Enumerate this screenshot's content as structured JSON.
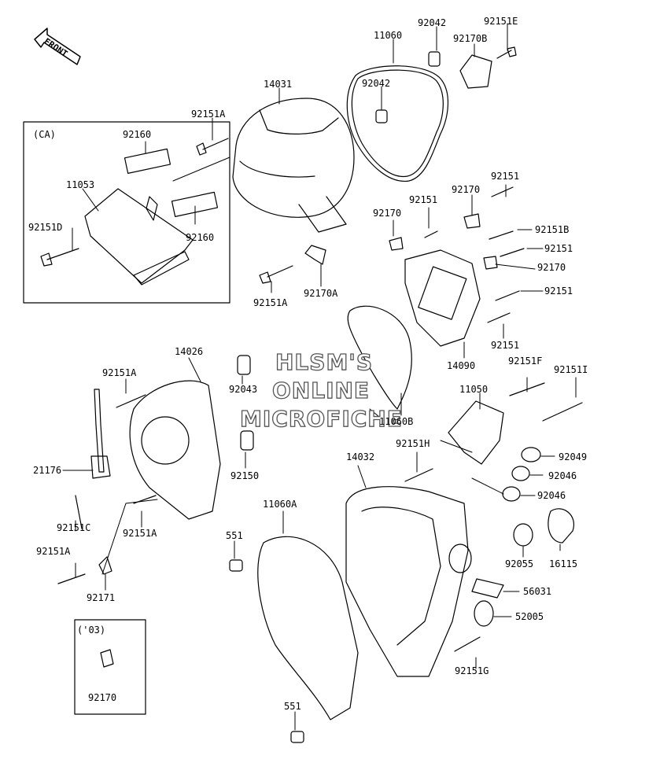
{
  "front_label": "FRONT",
  "watermark": [
    "HLSM'S",
    "ONLINE",
    "MICROFICHE"
  ],
  "boxes": {
    "ca": "(CA)",
    "y03": "('03)"
  },
  "parts": {
    "p11060": "11060",
    "p92042a": "92042",
    "p92042b": "92042",
    "p92151E": "92151E",
    "p92170B": "92170B",
    "p14031": "14031",
    "p92151A_1": "92151A",
    "p92160a": "92160",
    "p92160b": "92160",
    "p11053": "11053",
    "p92151D": "92151D",
    "p92151A_2": "92151A",
    "p92170A": "92170A",
    "p92151_1": "92151",
    "p92170_1": "92170",
    "p92151_2": "92151",
    "p92170_2": "92170",
    "p92151B": "92151B",
    "p92151_3": "92151",
    "p92170_3": "92170",
    "p92151_4": "92151",
    "p92151_5": "92151",
    "p14090": "14090",
    "p11060B": "11060B",
    "p14026": "14026",
    "p92151A_3": "92151A",
    "p92043": "92043",
    "p21176": "21176",
    "p92150": "92150",
    "p92151C": "92151C",
    "p92151A_4": "92151A",
    "p92151A_5": "92151A",
    "p92171": "92171",
    "p92151F": "92151F",
    "p92151I": "92151I",
    "p11050": "11050",
    "p92151H": "92151H",
    "p14032": "14032",
    "p92049": "92049",
    "p92046a": "92046",
    "p92046b": "92046",
    "p11060A": "11060A",
    "p551a": "551",
    "p16115": "16115",
    "p92055": "92055",
    "p56031": "56031",
    "p52005": "52005",
    "p92151G": "92151G",
    "p551b": "551",
    "p92170_4": "92170"
  }
}
